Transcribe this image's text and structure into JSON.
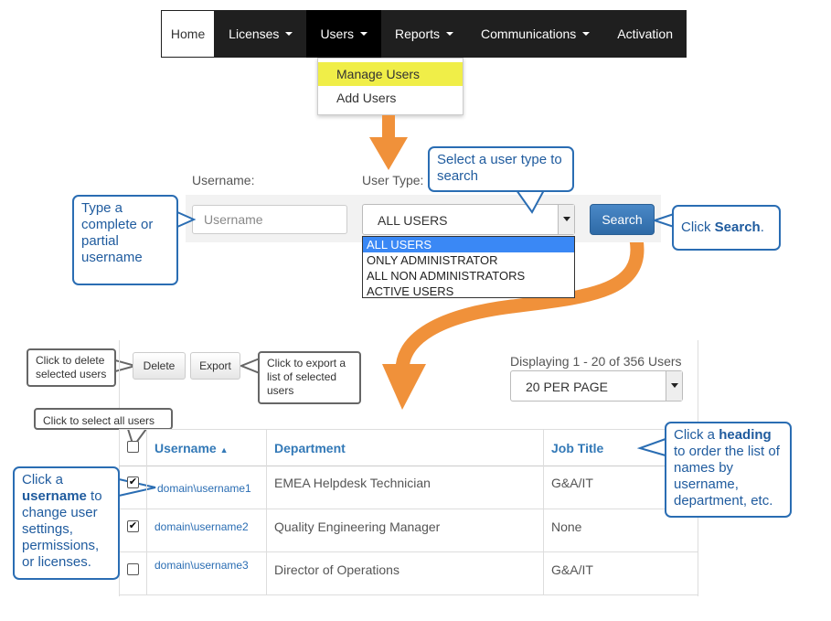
{
  "navbar": {
    "items": [
      {
        "label": "Home"
      },
      {
        "label": "Licenses"
      },
      {
        "label": "Users"
      },
      {
        "label": "Reports"
      },
      {
        "label": "Communications"
      },
      {
        "label": "Activation"
      }
    ]
  },
  "users_menu": {
    "items": [
      {
        "label": "Manage Users"
      },
      {
        "label": "Add Users"
      }
    ]
  },
  "search": {
    "username_label": "Username:",
    "username_placeholder": "Username",
    "user_type_label": "User Type:",
    "user_type_value": "ALL USERS",
    "user_type_options": [
      "ALL USERS",
      "ONLY ADMINISTRATOR",
      "ALL NON ADMINISTRATORS",
      "ACTIVE USERS"
    ],
    "search_button": "Search"
  },
  "callouts": {
    "select_type": "Select a user type to search",
    "type_username": "Type a complete or partial username",
    "click_search_prefix": "Click ",
    "click_search_bold": "Search",
    "click_search_suffix": ".",
    "delete": "Click to delete selected users",
    "export": "Click to export a list of selected users",
    "select_all": "Click to select all users",
    "heading_prefix": "Click a ",
    "heading_bold": "heading",
    "heading_suffix": " to order the list of names by username, department, etc.",
    "username_prefix": "Click a ",
    "username_bold": "username",
    "username_suffix": " to change user settings, permissions, or licenses."
  },
  "toolbar": {
    "delete_label": "Delete",
    "export_label": "Export",
    "display_text": "Displaying 1 - 20 of 356 Users",
    "per_page_value": "20 PER PAGE"
  },
  "table": {
    "headers": {
      "username": "Username",
      "department": "Department",
      "job_title": "Job Title"
    },
    "rows": [
      {
        "checked": true,
        "username": "domain\\username1",
        "department": "EMEA Helpdesk Technician",
        "job_title": "G&A/IT"
      },
      {
        "checked": true,
        "username": "domain\\username2",
        "department": "Quality Engineering Manager",
        "job_title": "None"
      },
      {
        "checked": false,
        "username": "domain\\username3",
        "department": "Director of Operations",
        "job_title": "G&A/IT"
      }
    ]
  },
  "colors": {
    "navbar_bg": "#1f1f1f",
    "menu_highlight": "#f0ee48",
    "accent_blue": "#2a6db3",
    "arrow_orange": "#f0913a",
    "option_selected": "#3a88f5"
  }
}
